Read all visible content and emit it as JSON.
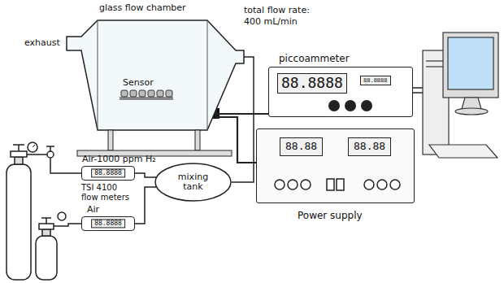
{
  "diagram": {
    "nodes": [
      {
        "text": [
          "glass flow chamber"
        ]
      },
      {
        "text": [
          "Sensor"
        ],
        "in": 0
      },
      {
        "text": [
          "piccoammeter",
          "88.8888",
          "88.8888"
        ]
      },
      {
        "text": [
          "Air-1000 ppm H₂",
          "88.8888"
        ]
      },
      {
        "text": [
          "Air",
          "88.8888"
        ]
      },
      {
        "text": [
          "mixing tank"
        ]
      },
      {
        "text": [
          "88.88",
          "88.88",
          "Power supply"
        ]
      }
    ],
    "edges": [
      {
        "from": 3,
        "to": 5,
        "arrow": "none"
      },
      {
        "from": 4,
        "to": 5,
        "arrow": "none"
      },
      {
        "from": 5,
        "to": 0,
        "arrow": "none"
      },
      {
        "from": 1,
        "to": 2,
        "arrow": "none"
      },
      {
        "from": 6,
        "to": 1,
        "arrow": "none"
      }
    ],
    "labels": [
      "exhaust",
      "total flow rate: 400 mL/min",
      "TSI 4100 flow meters"
    ]
  }
}
